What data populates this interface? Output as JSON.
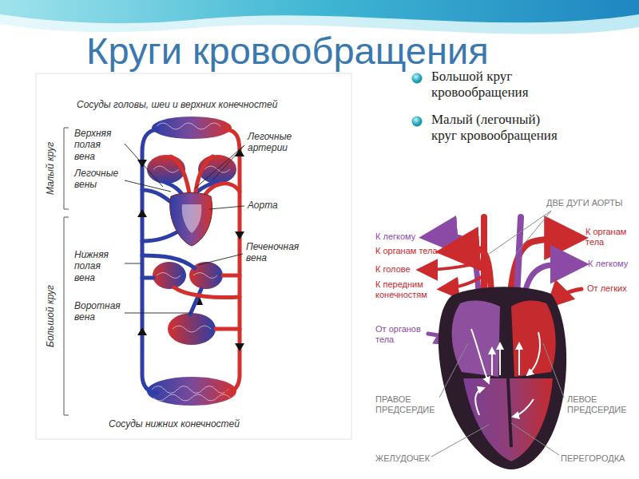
{
  "diagram": {
    "title": "Круги кровообращения",
    "labels": [
      "Большой круг кровообращения",
      "Малый (легочный) круг кровообращения",
      "Сосуды головы, шеи и верхних конечностей",
      "Малый круг",
      "Верхняя полая вена",
      "Легочные артерии",
      "Легочные вены",
      "Аорта",
      "Большой круг",
      "Печеночная вена",
      "Нижняя полая вена",
      "Воротная вена",
      "Сосуды нижних конечностей",
      "ДВЕ ДУГИ АОРТЫ",
      "К легкому",
      "К органам тела",
      "К органам тела",
      "К легкому",
      "К голове",
      "К передним конечностям",
      "От легких",
      "От органов тела",
      "ПРАВОЕ ПРЕДСЕРДИЕ",
      "ЛЕВОЕ ПРЕДСЕРДИЕ",
      "ЖЕЛУДОЧЕК",
      "ПЕРЕГОРОДКА"
    ]
  }
}
